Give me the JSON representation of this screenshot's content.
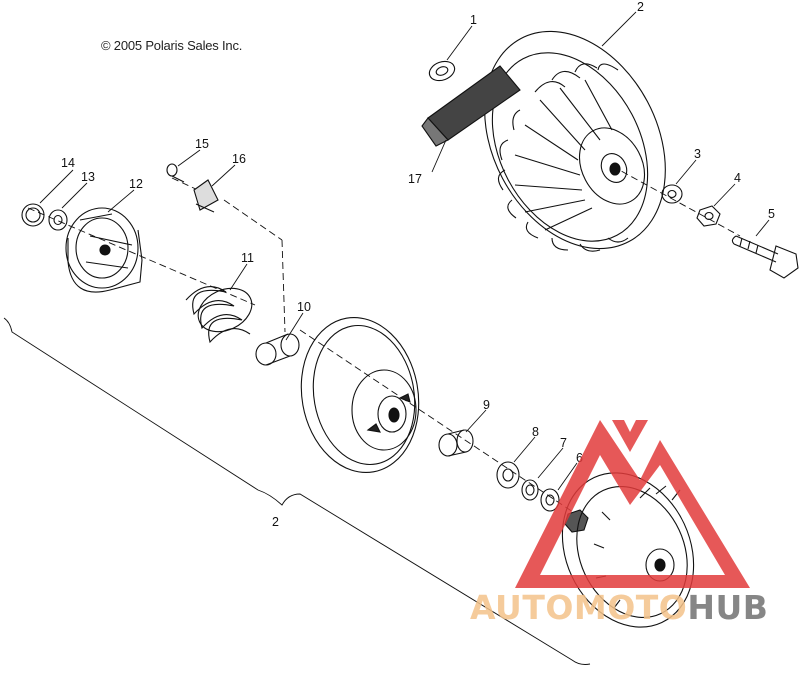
{
  "copyright": "© 2005 Polaris Sales Inc.",
  "callouts": {
    "c1": "1",
    "c2_top": "2",
    "c3": "3",
    "c4": "4",
    "c5": "5",
    "c6": "6",
    "c7": "7",
    "c8": "8",
    "c9": "9",
    "c10": "10",
    "c11": "11",
    "c12": "12",
    "c13": "13",
    "c14": "14",
    "c15": "15",
    "c16": "16",
    "c17": "17",
    "c2_bracket": "2"
  },
  "watermark": {
    "part_a": "AUTOMOTO",
    "part_b": "HUB",
    "colors": {
      "triangle": "#e23b3b",
      "text_a": "#f4b870",
      "text_b": "#777777"
    }
  }
}
